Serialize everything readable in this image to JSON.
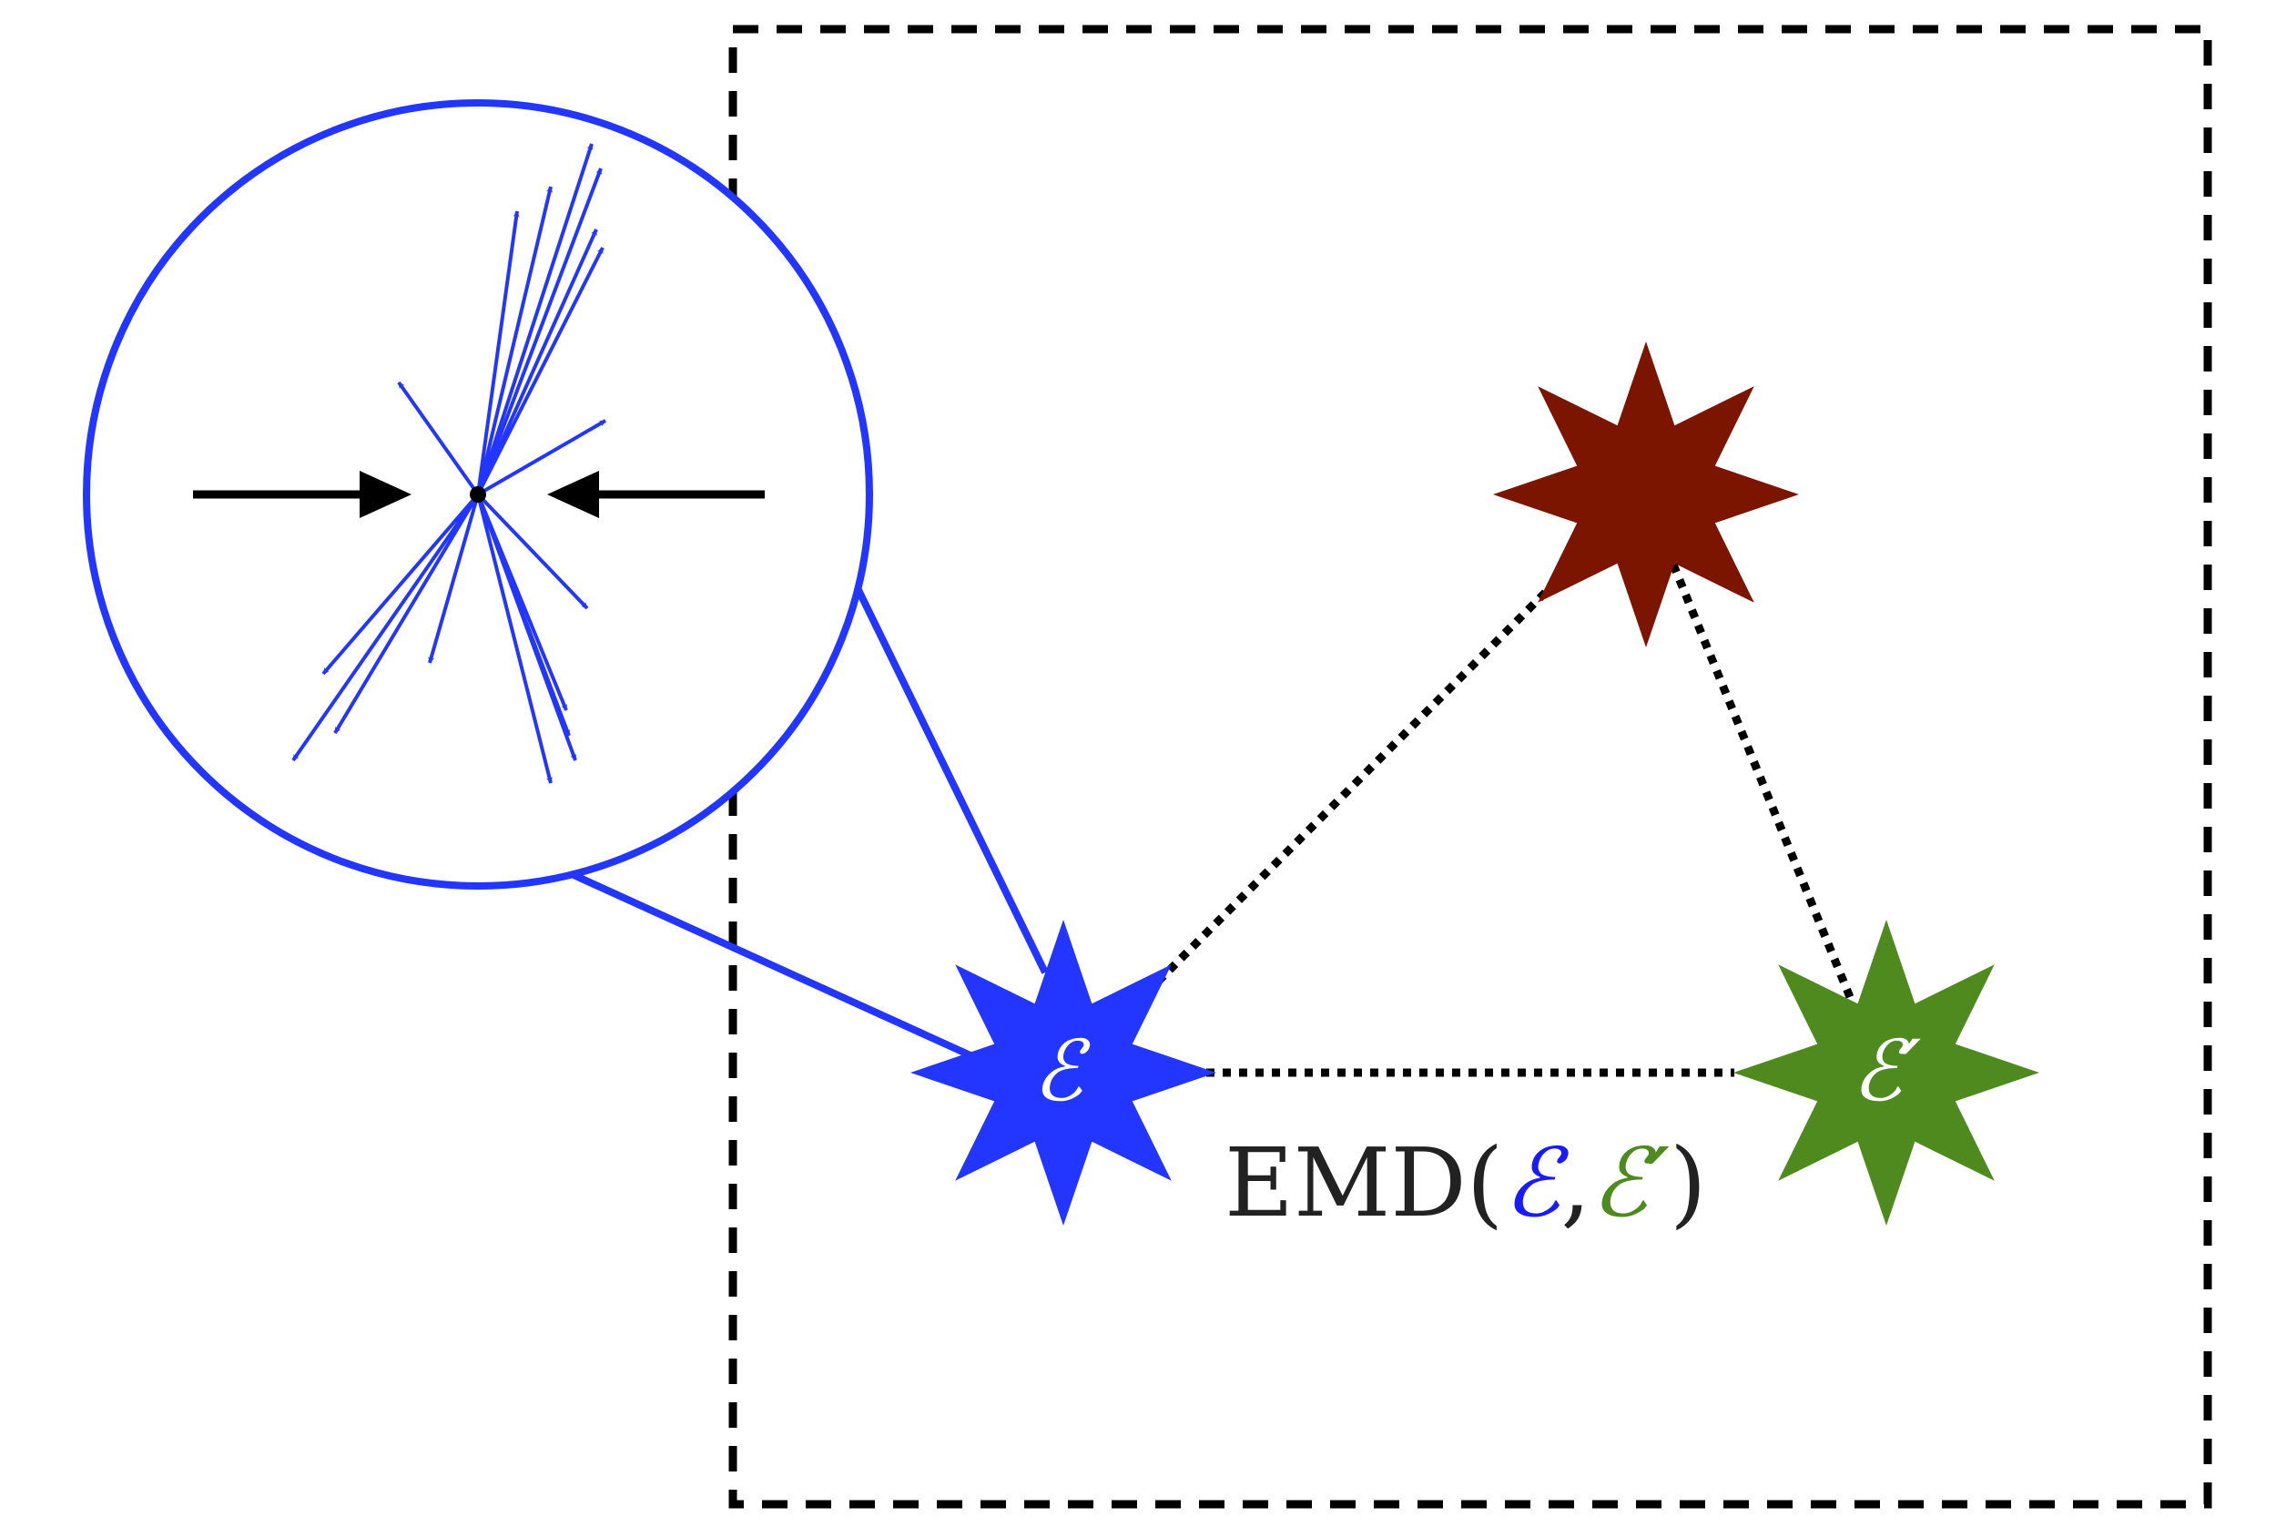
{
  "labels": {
    "event_blue": "ℰ",
    "event_green": "ℰ′",
    "emd_prefix": "EMD(",
    "emd_arg1": "ℰ",
    "emd_comma": ",",
    "emd_arg2": "ℰ′",
    "emd_suffix": ")"
  },
  "colors": {
    "blue": "#2236ff",
    "green": "#4f8a1f",
    "darkred": "#7b1500",
    "black": "#000000",
    "emd_text": "#222222",
    "emd_blue": "#1a1aff",
    "emd_green": "#4f8a1f"
  },
  "icons": {
    "event_blue": "eight-point-star-icon",
    "event_green": "eight-point-star-icon",
    "event_darkred": "eight-point-star-icon",
    "particle_spray": "arrow-spray-icon",
    "incoming_beams": "arrow-right-icon"
  }
}
